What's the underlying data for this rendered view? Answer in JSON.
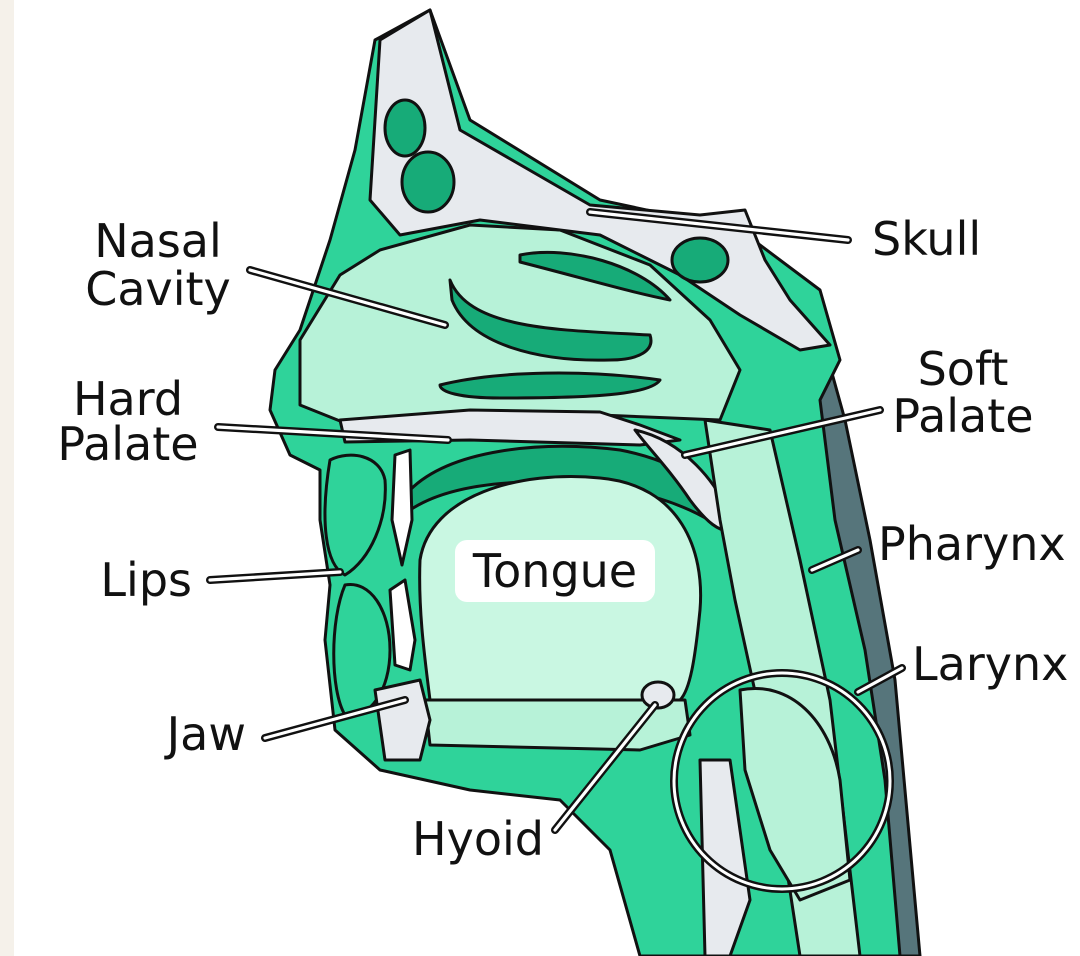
{
  "diagram": {
    "labels": {
      "nasal_cavity": [
        "Nasal",
        "Cavity"
      ],
      "hard_palate": [
        "Hard",
        "Palate"
      ],
      "lips": "Lips",
      "jaw": "Jaw",
      "hyoid": "Hyoid",
      "tongue": "Tongue",
      "skull": "Skull",
      "soft_palate": [
        "Soft",
        "Palate"
      ],
      "pharynx": "Pharynx",
      "larynx": "Larynx"
    },
    "colors": {
      "tissue_dark": "#17ab78",
      "tissue_mid": "#2fd39a",
      "tissue_light": "#b7f2d8",
      "tongue": "#c9f7e2",
      "bone": "#e7eaee",
      "spine": "#56757b",
      "background": "#f5f1ea"
    }
  }
}
